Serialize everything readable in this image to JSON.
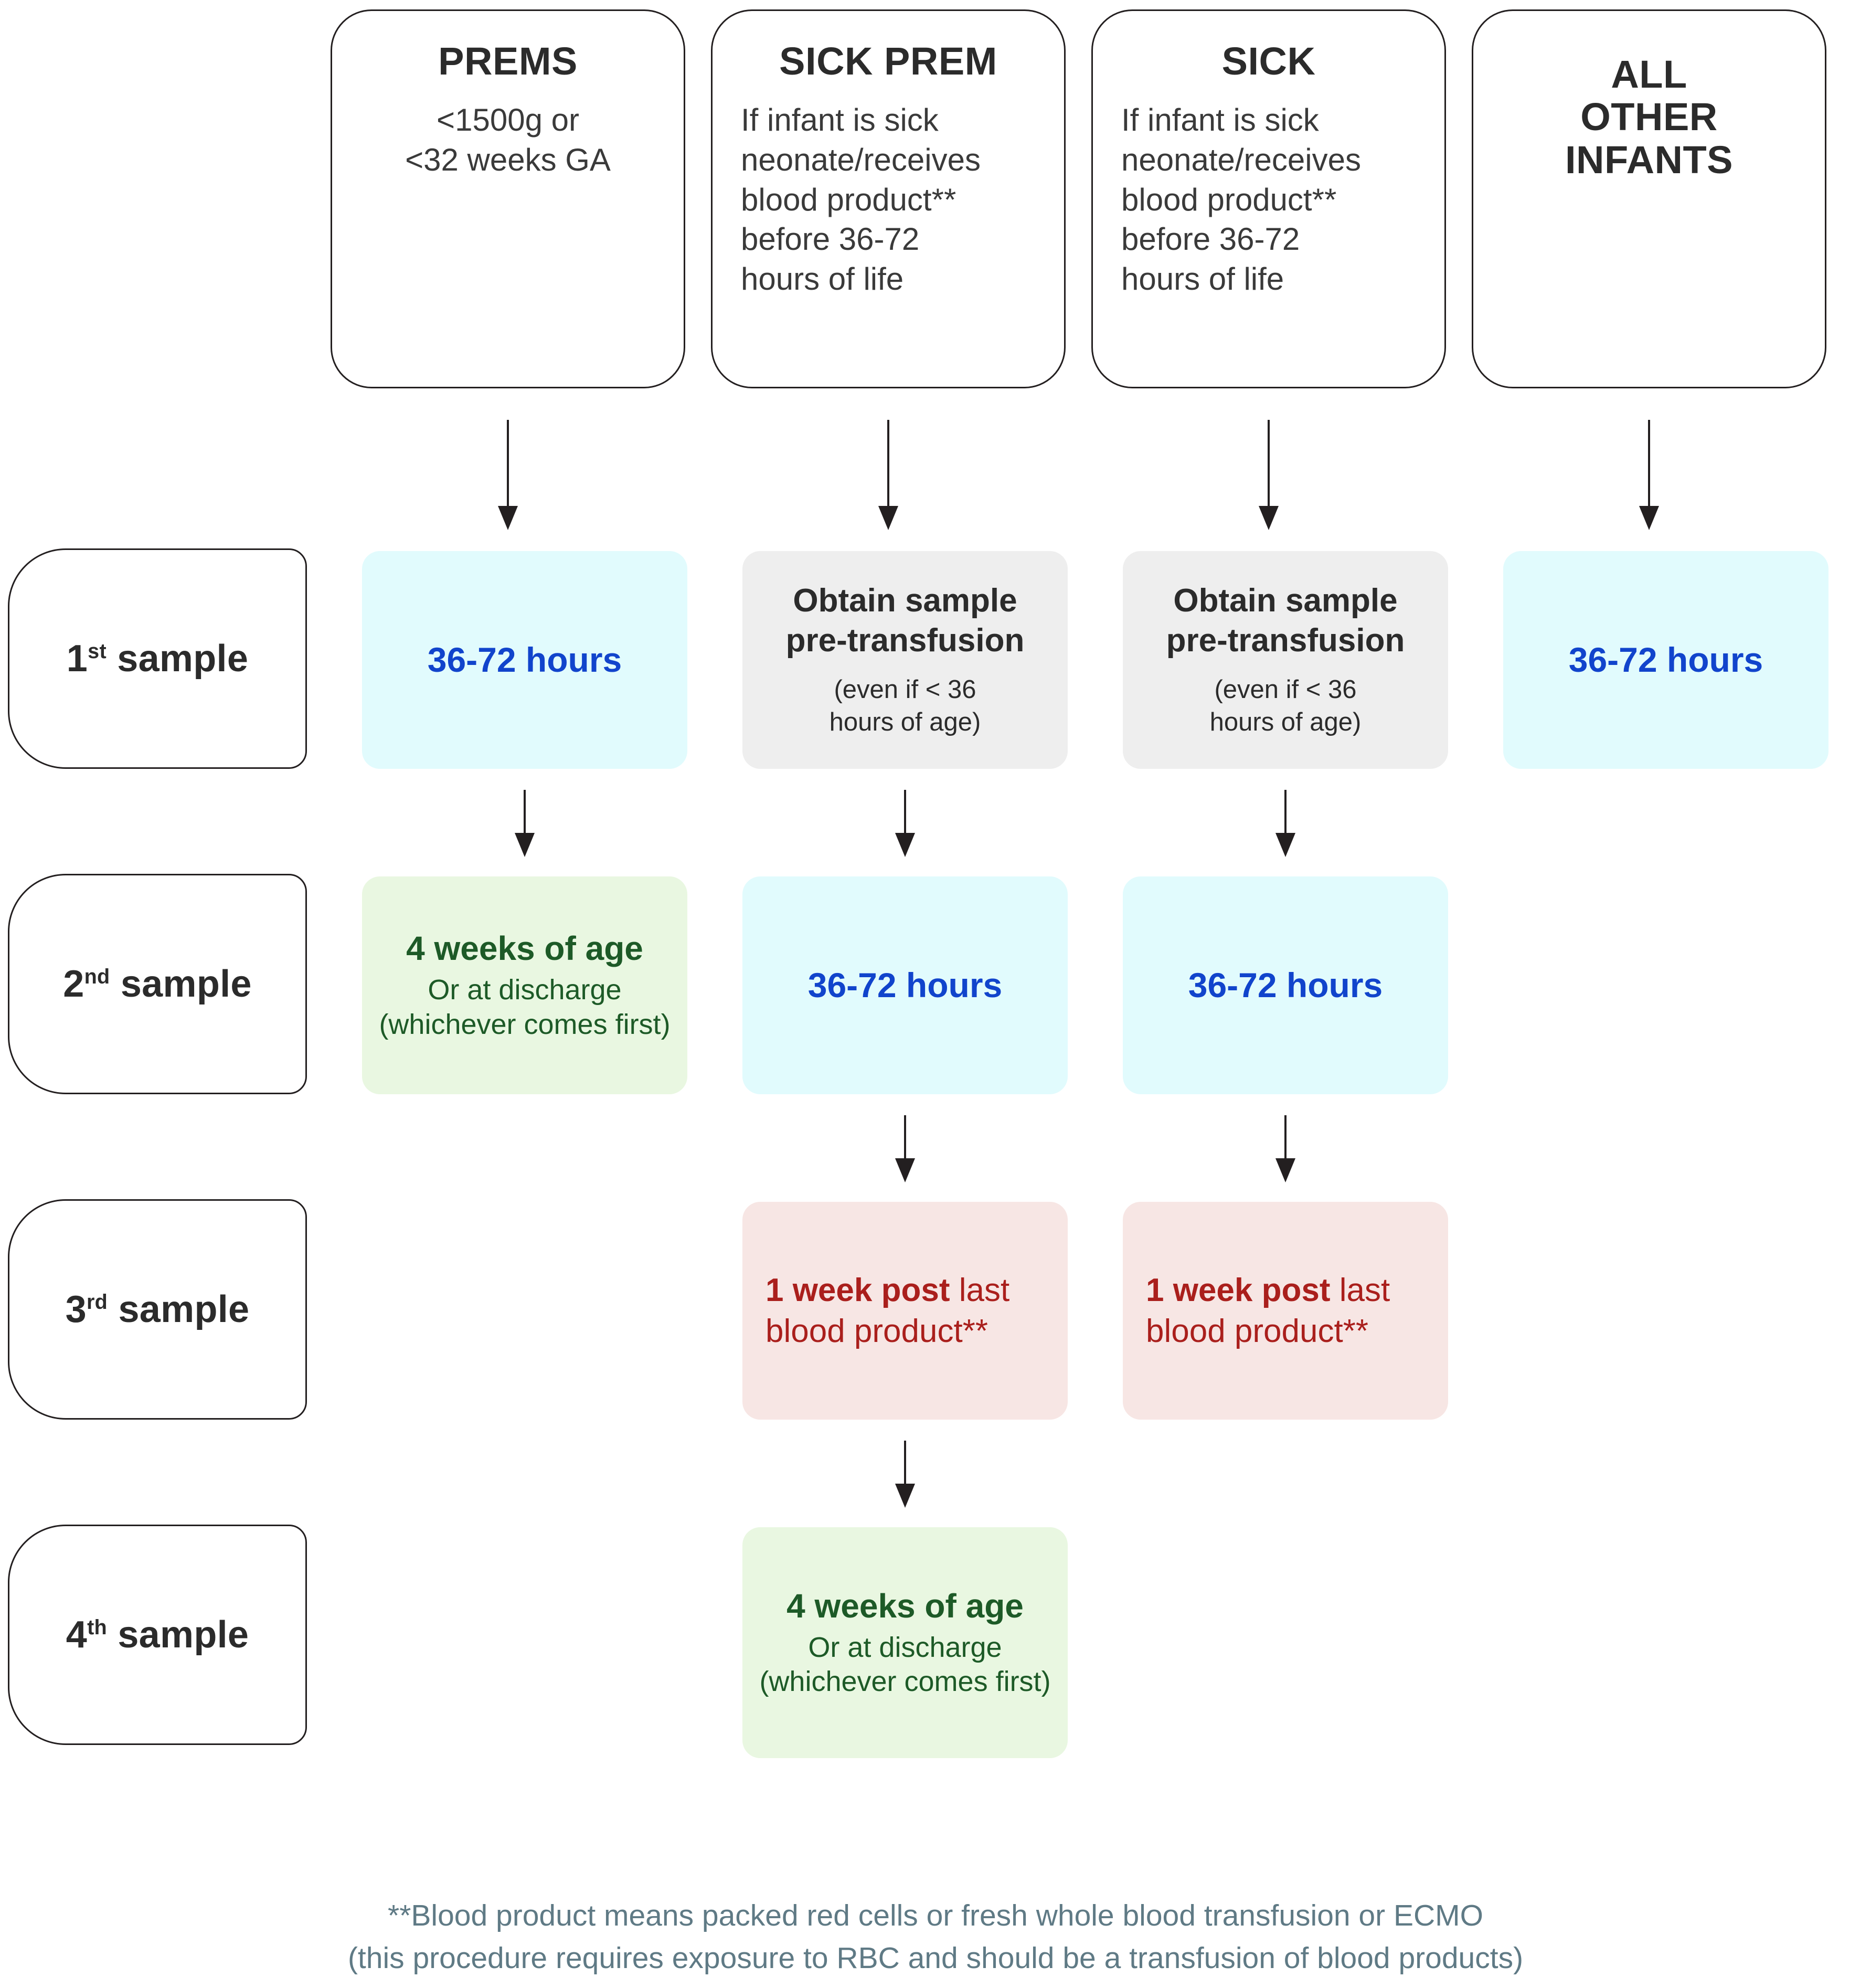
{
  "diagram": {
    "title": "Neonatal blood sampling schedule flowchart",
    "colors": {
      "outline": "#231f20",
      "text_dark": "#2b2b2b",
      "blue_card_bg": "#e1fbfd",
      "blue_text": "#1144cc",
      "grey_card_bg": "#eeeeee",
      "green_card_bg": "#e9f7e1",
      "green_text": "#1d5a27",
      "pink_card_bg": "#f7e6e4",
      "red_text": "#aa1f1c",
      "footnote_text": "#5f7a85"
    }
  },
  "categories": [
    {
      "id": "prems",
      "title": "PREMS",
      "subtitle": "<1500g or\n<32 weeks GA"
    },
    {
      "id": "sick-prem",
      "title": "SICK PREM",
      "subtitle": "If infant is sick\nneonate/receives\nblood product**\nbefore 36-72\nhours of life"
    },
    {
      "id": "sick",
      "title": "SICK",
      "subtitle": "If infant is sick\nneonate/receives\nblood product**\nbefore 36-72\nhours of life"
    },
    {
      "id": "all-other-infants",
      "title": "ALL\nOTHER\nINFANTS",
      "subtitle": ""
    }
  ],
  "sample_rows": [
    {
      "id": "sample-1",
      "ordinal": "1",
      "suffix": "st",
      "label": "sample"
    },
    {
      "id": "sample-2",
      "ordinal": "2",
      "suffix": "nd",
      "label": "sample"
    },
    {
      "id": "sample-3",
      "ordinal": "3",
      "suffix": "rd",
      "label": "sample"
    },
    {
      "id": "sample-4",
      "ordinal": "4",
      "suffix": "th",
      "label": "sample"
    }
  ],
  "cards": {
    "r1c1": {
      "kind": "blue",
      "main": "36-72 hours"
    },
    "r1c2": {
      "kind": "grey",
      "main": "Obtain sample\npre-transfusion",
      "sub": "(even if < 36\nhours of age)"
    },
    "r1c3": {
      "kind": "grey",
      "main": "Obtain sample\npre-transfusion",
      "sub": "(even if < 36\nhours of age)"
    },
    "r1c4": {
      "kind": "blue",
      "main": "36-72 hours"
    },
    "r2c1": {
      "kind": "green",
      "main": "4 weeks of age",
      "sub": "Or at discharge\n(whichever comes first)"
    },
    "r2c2": {
      "kind": "blue",
      "main": "36-72 hours"
    },
    "r2c3": {
      "kind": "blue",
      "main": "36-72 hours"
    },
    "r3c2": {
      "kind": "pink",
      "bold": "1 week post",
      "rest": " last",
      "line2": "blood product**"
    },
    "r3c3": {
      "kind": "pink",
      "bold": "1 week post",
      "rest": " last",
      "line2": "blood product**"
    },
    "r4c2": {
      "kind": "green",
      "main": "4 weeks of age",
      "sub": "Or at discharge\n(whichever comes first)"
    }
  },
  "footnote": {
    "text": "**Blood product means packed red cells or fresh whole blood transfusion or ECMO\n(this procedure requires exposure to RBC and should be a transfusion of blood products)"
  }
}
